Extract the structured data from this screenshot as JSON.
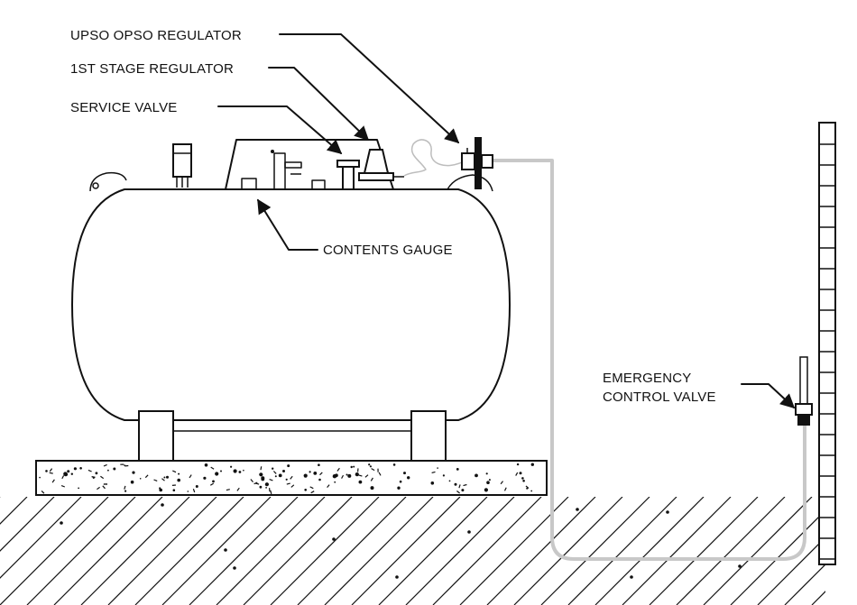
{
  "labels": {
    "upso_opso_regulator": "UPSO OPSO REGULATOR",
    "first_stage_regulator": "1ST STAGE REGULATOR",
    "service_valve": "SERVICE VALVE",
    "contents_gauge": "CONTENTS GAUGE",
    "emergency_control_valve_line1": "EMERGENCY",
    "emergency_control_valve_line2": "CONTROL VALVE"
  },
  "colors": {
    "line": "#111111",
    "pipe": "#c8c8c8",
    "background": "#ffffff"
  }
}
